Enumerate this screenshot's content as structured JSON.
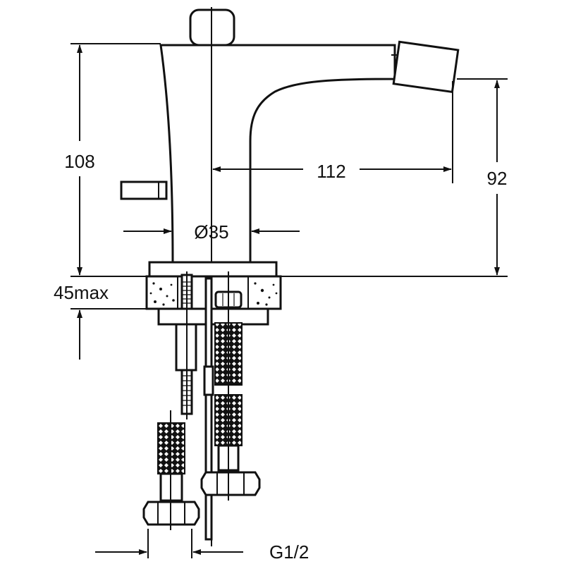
{
  "drawing": {
    "title": "Bidet mixer dimension drawing",
    "dimensions": {
      "height": "108",
      "spout_reach": "112",
      "spout_height": "92",
      "body_diameter": "Ø35",
      "counter_thickness": "45max",
      "connection": "G1/2"
    },
    "colors": {
      "line": "#111111",
      "background": "#ffffff"
    }
  }
}
